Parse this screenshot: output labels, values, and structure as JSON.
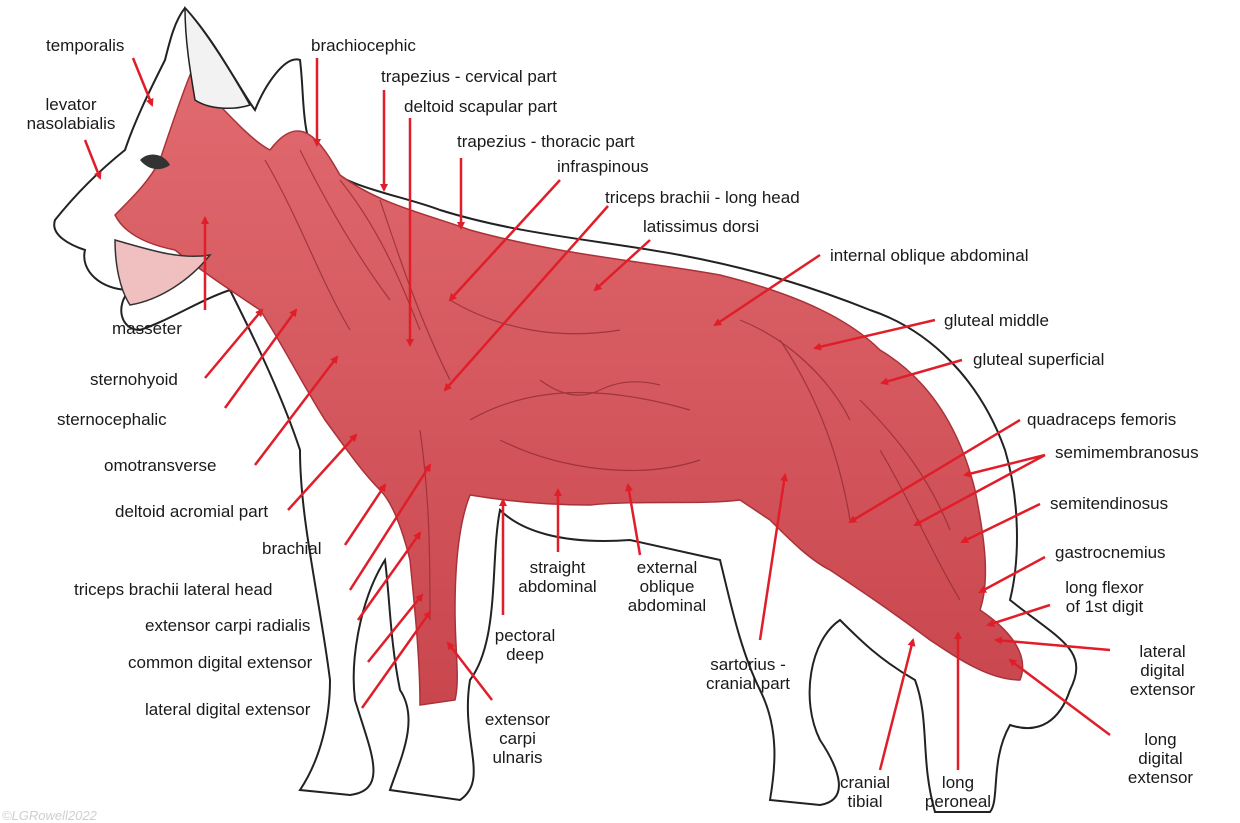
{
  "colors": {
    "muscle": "#d9555b",
    "muscle_dark": "#b43a41",
    "arrow": "#e01e2a",
    "outline": "#222222"
  },
  "labels": {
    "temporalis": "temporalis",
    "levator": "levator\nnasolabialis",
    "brachiocephic": "brachiocephic",
    "trapezius_cervical": "trapezius - cervical part",
    "deltoid_scapular": "deltoid scapular part",
    "trapezius_thoracic": "trapezius - thoracic part",
    "infraspinous": "infraspinous",
    "triceps_long": "triceps brachii - long head",
    "latissimus": "latissimus dorsi",
    "internal_oblique": "internal oblique abdominal",
    "gluteal_middle": "gluteal middle",
    "gluteal_superficial": "gluteal superficial",
    "quadraceps": "quadraceps femoris",
    "semimembranosus": "semimembranosus",
    "semitendinosus": "semitendinosus",
    "gastrocnemius": "gastrocnemius",
    "long_flexor": "long flexor\nof 1st digit",
    "lateral_digital_ext_hind": "lateral\ndigital\nextensor",
    "long_digital_ext": "long\ndigital\nextensor",
    "long_peroneal": "long\nperoneal",
    "cranial_tibial": "cranial\ntibial",
    "sartorius": "sartorius -\ncranial part",
    "external_oblique": "external\noblique\nabdominal",
    "straight_abdominal": "straight\nabdominal",
    "pectoral_deep": "pectoral\ndeep",
    "extensor_carpi_ulnaris": "extensor\ncarpi\nulnaris",
    "masseter": "masseter",
    "sternohyoid": "sternohyoid",
    "sternocephalic": "sternocephalic",
    "omotransverse": "omotransverse",
    "deltoid_acromial": "deltoid acromial part",
    "brachial": "brachial",
    "triceps_lateral": "triceps brachii lateral head",
    "extensor_carpi_radialis": "extensor carpi radialis",
    "common_digital_ext": "common digital extensor",
    "lateral_digital_ext_fore": "lateral digital extensor"
  },
  "watermark": "©LGRowell2022"
}
